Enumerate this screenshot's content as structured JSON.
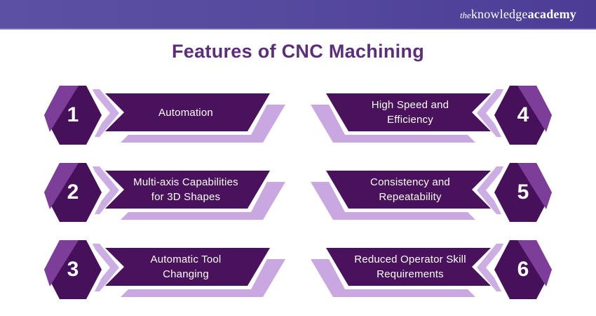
{
  "header": {
    "logo": {
      "the": "the",
      "knowledge": "knowledge",
      "academy": "academy"
    }
  },
  "page": {
    "title": "Features of CNC Machining"
  },
  "features": [
    {
      "number": "1",
      "label": "Automation"
    },
    {
      "number": "2",
      "label": "Multi-axis Capabilities\nfor 3D Shapes"
    },
    {
      "number": "3",
      "label": "Automatic Tool\nChanging"
    },
    {
      "number": "4",
      "label": "High Speed and\nEfficiency"
    },
    {
      "number": "5",
      "label": "Consistency and\nRepeatability"
    },
    {
      "number": "6",
      "label": "Reduced Operator Skill\nRequirements"
    }
  ],
  "colors": {
    "top_bar_left": "#5C50A4",
    "top_bar_right": "#4C3C96",
    "dark_purple": "#4A115C",
    "medium_purple": "#7D3E9A",
    "lavender": "#C9A7E0",
    "title_text": "#5D2C7B",
    "text_on_dark": "#FFFFFF",
    "background": "#FFFFFF"
  }
}
